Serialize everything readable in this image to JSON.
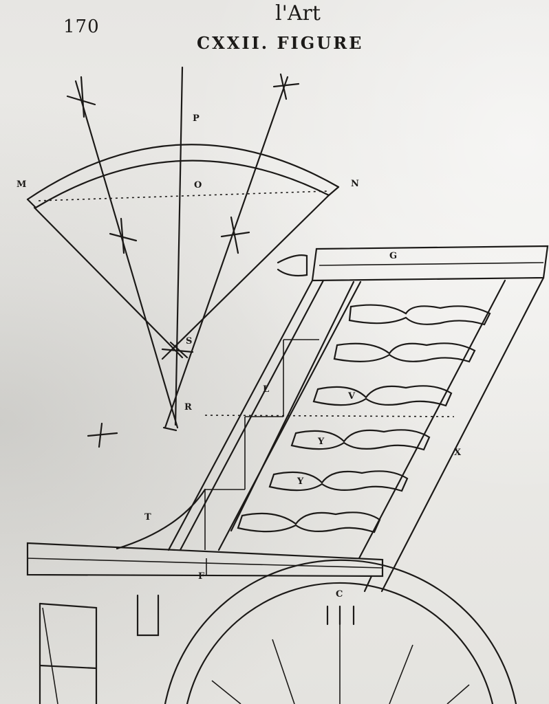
{
  "page": {
    "number": "170",
    "running_title": "l'Art",
    "figure_caption": "CXXII. FIGURE"
  },
  "figure": {
    "labels": {
      "m": "M",
      "n": "N",
      "o": "O",
      "p": "P",
      "s": "S",
      "r": "R",
      "g": "G",
      "l": "L",
      "v": "V",
      "y1": "Y",
      "y2": "Y",
      "x": "X",
      "t": "T",
      "f": "F",
      "c": "C"
    }
  }
}
